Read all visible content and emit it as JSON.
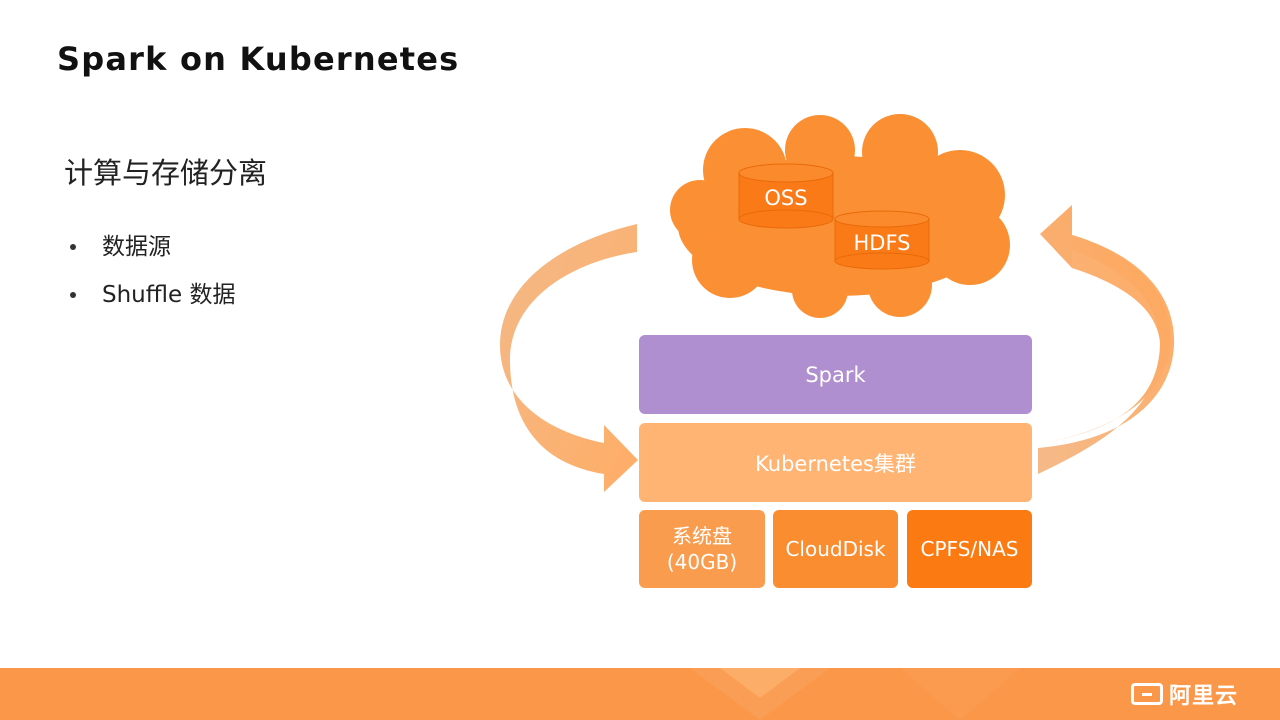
{
  "slide": {
    "title": "Spark on Kubernetes",
    "subtitle": "计算与存储分离",
    "bullets": [
      "数据源",
      "Shuffle 数据"
    ]
  },
  "diagram": {
    "cloud": {
      "stores": [
        {
          "label": "OSS"
        },
        {
          "label": "HDFS"
        }
      ]
    },
    "layers": {
      "spark": "Spark",
      "cluster": "Kubernetes集群"
    },
    "storage": [
      {
        "line1": "系统盘",
        "line2": "(40GB)"
      },
      {
        "label": "CloudDisk"
      },
      {
        "label": "CPFS/NAS"
      }
    ]
  },
  "footer": {
    "logo_text": "阿里云"
  },
  "colors": {
    "cloud": "#fb8f33",
    "cylinder": "#f97a17",
    "spark": "#af8fcf",
    "cluster": "#ffb473",
    "arrow": "#f9a85f",
    "footer": "#fb9749"
  }
}
